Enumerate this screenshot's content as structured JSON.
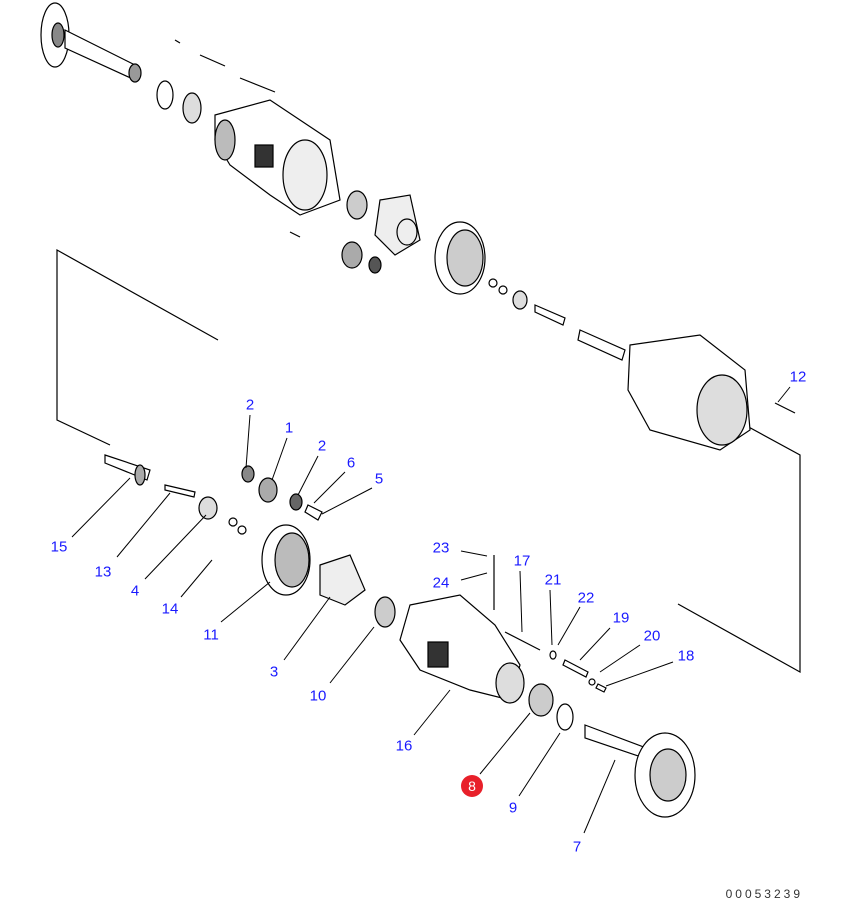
{
  "diagram": {
    "callouts": [
      {
        "id": "2a",
        "label": "2"
      },
      {
        "id": "1",
        "label": "1"
      },
      {
        "id": "2b",
        "label": "2"
      },
      {
        "id": "6",
        "label": "6"
      },
      {
        "id": "5",
        "label": "5"
      },
      {
        "id": "12",
        "label": "12"
      },
      {
        "id": "15",
        "label": "15"
      },
      {
        "id": "13",
        "label": "13"
      },
      {
        "id": "4",
        "label": "4"
      },
      {
        "id": "14",
        "label": "14"
      },
      {
        "id": "11",
        "label": "11"
      },
      {
        "id": "3",
        "label": "3"
      },
      {
        "id": "10",
        "label": "10"
      },
      {
        "id": "16",
        "label": "16"
      },
      {
        "id": "8",
        "label": "8",
        "highlighted": true
      },
      {
        "id": "9",
        "label": "9"
      },
      {
        "id": "7",
        "label": "7"
      },
      {
        "id": "23",
        "label": "23"
      },
      {
        "id": "24",
        "label": "24"
      },
      {
        "id": "17",
        "label": "17"
      },
      {
        "id": "21",
        "label": "21"
      },
      {
        "id": "22",
        "label": "22"
      },
      {
        "id": "19",
        "label": "19"
      },
      {
        "id": "20",
        "label": "20"
      },
      {
        "id": "18",
        "label": "18"
      }
    ],
    "document_number": "00053239",
    "colors": {
      "callout": "#1a1aff",
      "highlight": "#e8202a",
      "line": "#000000"
    }
  }
}
